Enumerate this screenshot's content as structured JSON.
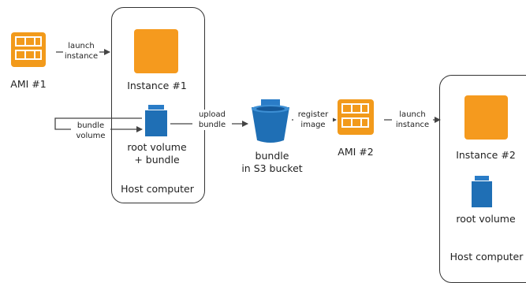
{
  "colors": {
    "orange": "#f29a1b",
    "blue": "#1f6fb5",
    "line": "#444444"
  },
  "ami1": {
    "label": "AMI #1",
    "icon": "ami-grid-icon"
  },
  "ami2": {
    "label": "AMI #2",
    "icon": "ami-grid-icon"
  },
  "host1": {
    "label": "Host computer",
    "instance_label": "Instance #1",
    "volume_label_1": "root volume",
    "volume_label_2": "+ bundle"
  },
  "host2": {
    "label": "Host computer",
    "instance_label": "Instance #2",
    "volume_label": "root volume"
  },
  "bucket": {
    "label_1": "bundle",
    "label_2": "in S3 bucket",
    "icon": "s3-bucket-icon"
  },
  "arrows": {
    "launch1_a": "launch",
    "launch1_b": "instance",
    "bundle_a": "bundle",
    "bundle_b": "volume",
    "upload_a": "upload",
    "upload_b": "bundle",
    "register_a": "register",
    "register_b": "image",
    "launch2_a": "launch",
    "launch2_b": "instance"
  }
}
